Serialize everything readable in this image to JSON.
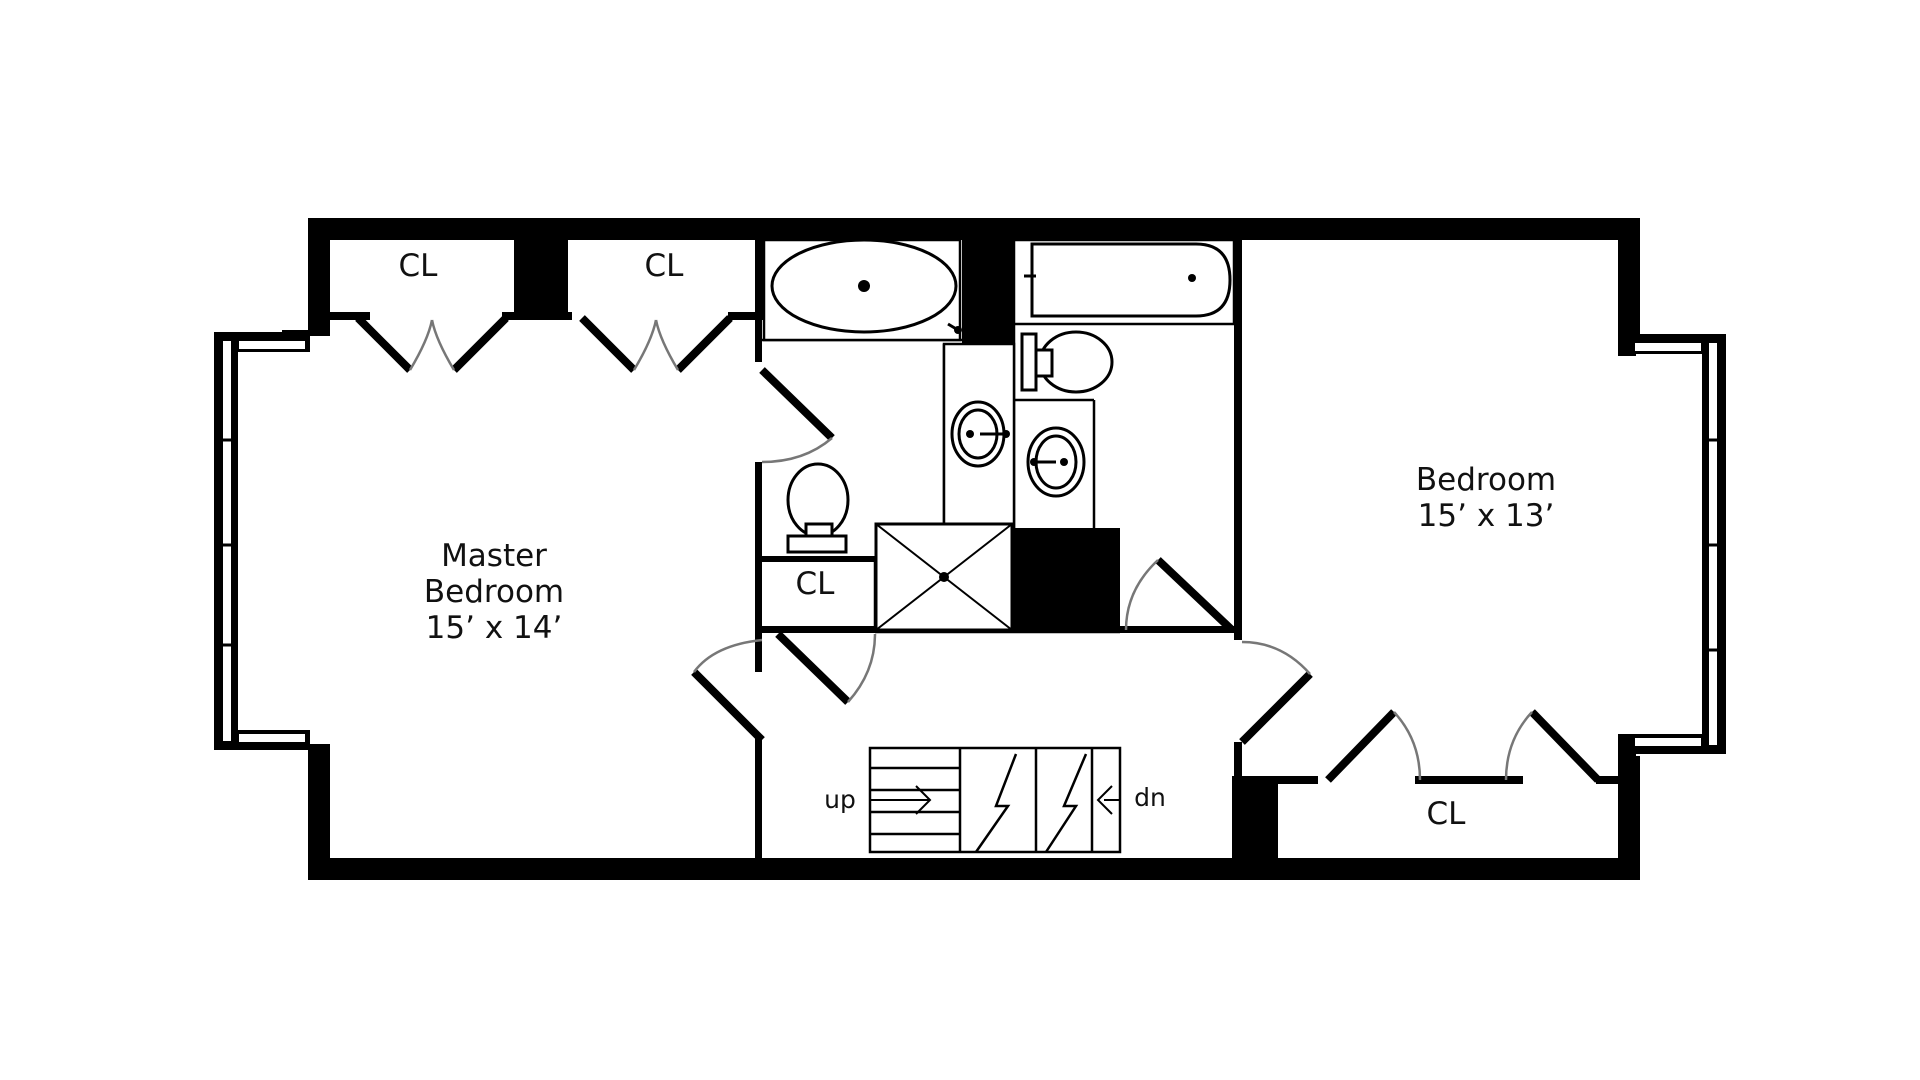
{
  "rooms": {
    "master": {
      "name_line1": "Master",
      "name_line2": "Bedroom",
      "size": "15’ x 14’"
    },
    "bedroom": {
      "name": "Bedroom",
      "size": "15’ x 13’"
    }
  },
  "closets": {
    "top_left": "CL",
    "top_middle": "CL",
    "bath": "CL",
    "bedroom": "CL"
  },
  "stairs": {
    "up": "up",
    "down": "dn"
  }
}
